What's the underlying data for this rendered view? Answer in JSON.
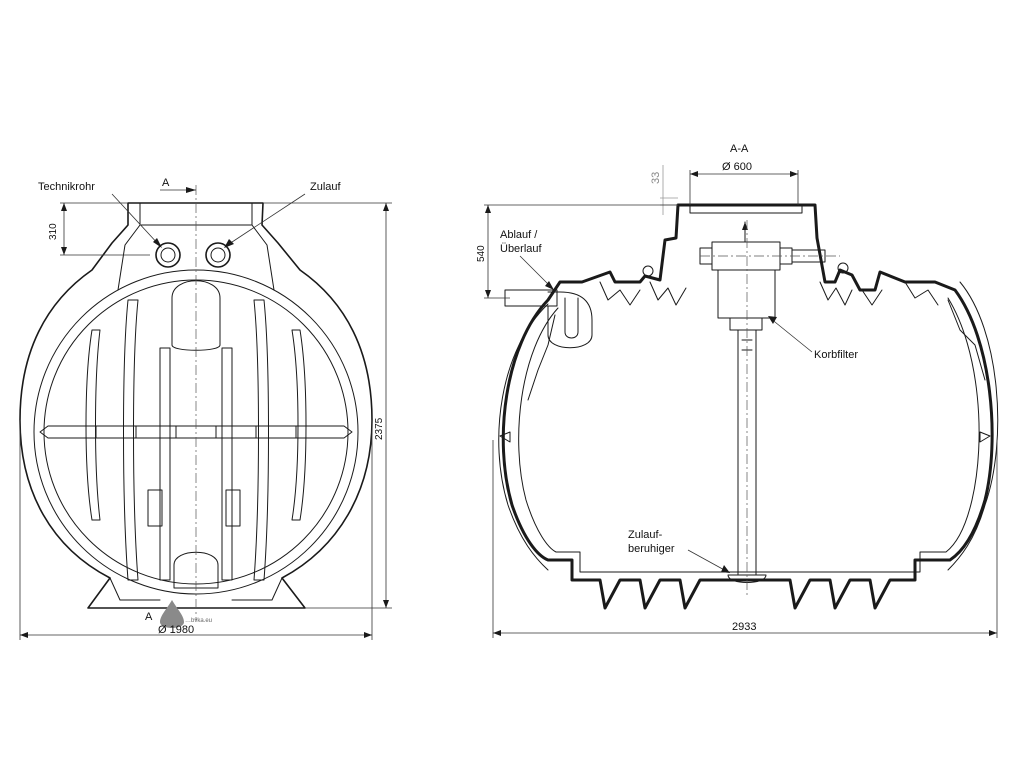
{
  "labels": {
    "technikrohr": "Technikrohr",
    "zulauf": "Zulauf",
    "section_marker_top": "A",
    "section_marker_bottom": "A",
    "dim_310": "310",
    "dim_2375": "2375",
    "dim_diameter_front": "Ø 1980",
    "section_title": "A-A",
    "dim_diameter_600": "Ø 600",
    "dim_33": "33",
    "dim_540": "540",
    "ablauf_line1": "Ablauf /",
    "ablauf_line2": "Überlauf",
    "korbfilter": "Korbfilter",
    "zulauf_beruhiger_line1": "Zulauf-",
    "zulauf_beruhiger_line2": "beruhiger",
    "dim_2933": "2933",
    "watermark": "…bvka.eu"
  },
  "colors": {
    "line": "#1a1a1a",
    "dimension_gray": "#999999",
    "watermark_drop": "#8a8a8a"
  }
}
